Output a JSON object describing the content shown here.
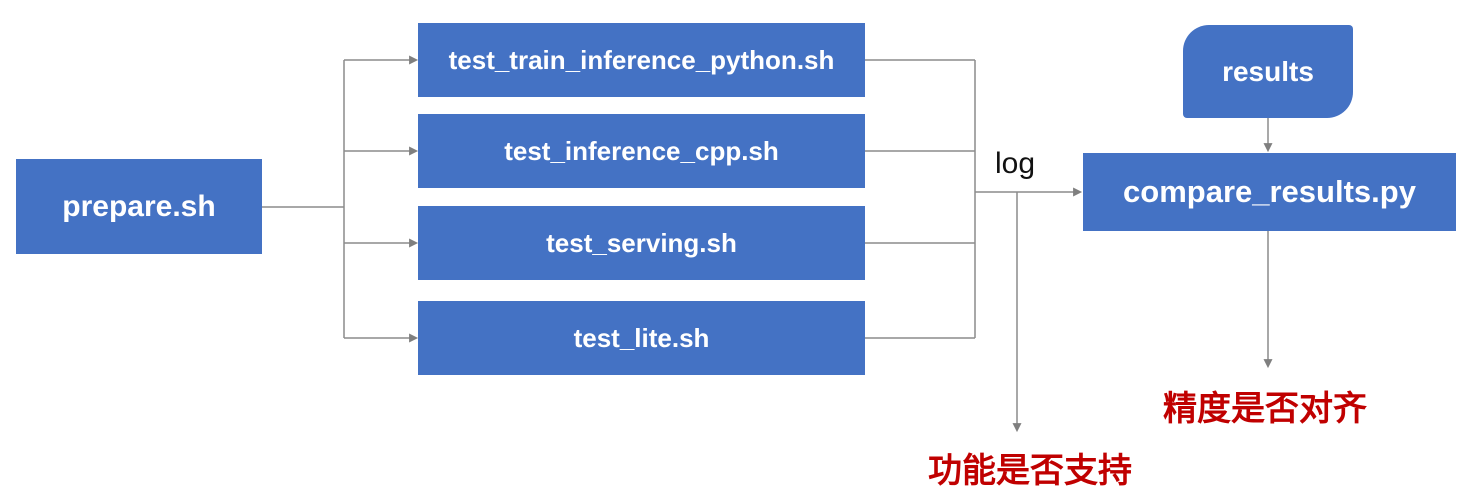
{
  "diagram": {
    "nodes": {
      "prepare": {
        "label": "prepare.sh"
      },
      "tests": [
        {
          "id": "test-train-inference-python",
          "label": "test_train_inference_python.sh"
        },
        {
          "id": "test-inference-cpp",
          "label": "test_inference_cpp.sh"
        },
        {
          "id": "test-serving",
          "label": "test_serving.sh"
        },
        {
          "id": "test-lite",
          "label": "test_lite.sh"
        }
      ],
      "compare": {
        "label": "compare_results.py"
      },
      "results": {
        "label": "results"
      }
    },
    "edge_labels": {
      "log": "log"
    },
    "annotations": {
      "function_support": "功能是否支持",
      "precision_aligned": "精度是否对齐"
    },
    "colors": {
      "node-fill": "#4472C4",
      "node-text": "#ffffff",
      "connector": "#8c8c8c",
      "arrowhead": "#7f7f7f",
      "label-red": "#c00000",
      "label-black": "#111111",
      "background": "#ffffff"
    }
  }
}
